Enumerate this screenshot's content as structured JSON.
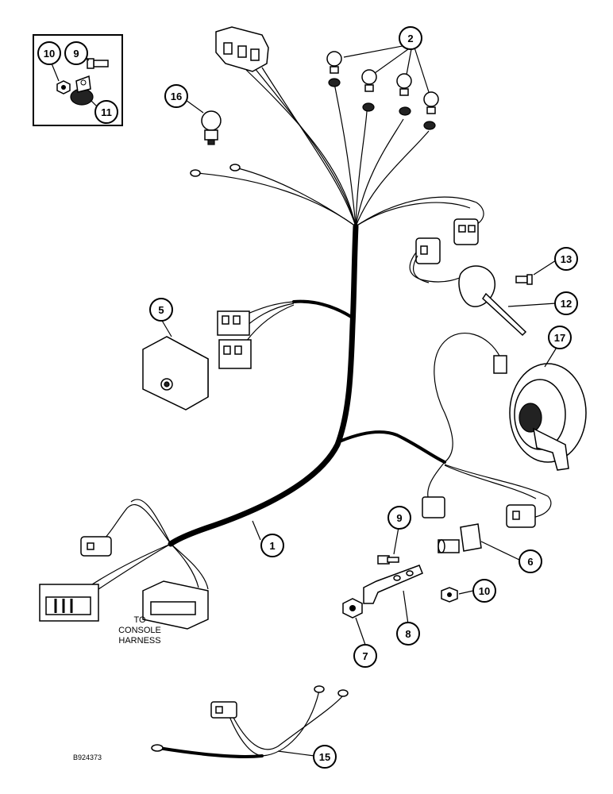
{
  "callouts": [
    {
      "id": "c1",
      "label": "1"
    },
    {
      "id": "c2",
      "label": "2"
    },
    {
      "id": "c5",
      "label": "5"
    },
    {
      "id": "c6",
      "label": "6"
    },
    {
      "id": "c7",
      "label": "7"
    },
    {
      "id": "c8",
      "label": "8"
    },
    {
      "id": "c9a",
      "label": "9"
    },
    {
      "id": "c9b",
      "label": "9"
    },
    {
      "id": "c10a",
      "label": "10"
    },
    {
      "id": "c10b",
      "label": "10"
    },
    {
      "id": "c11",
      "label": "11"
    },
    {
      "id": "c12",
      "label": "12"
    },
    {
      "id": "c13",
      "label": "13"
    },
    {
      "id": "c15",
      "label": "15"
    },
    {
      "id": "c16",
      "label": "16"
    },
    {
      "id": "c17",
      "label": "17"
    }
  ],
  "console_note": {
    "line1": "TO",
    "line2": "CONSOLE",
    "line3": "HARNESS"
  },
  "figure_ref": "B924373"
}
